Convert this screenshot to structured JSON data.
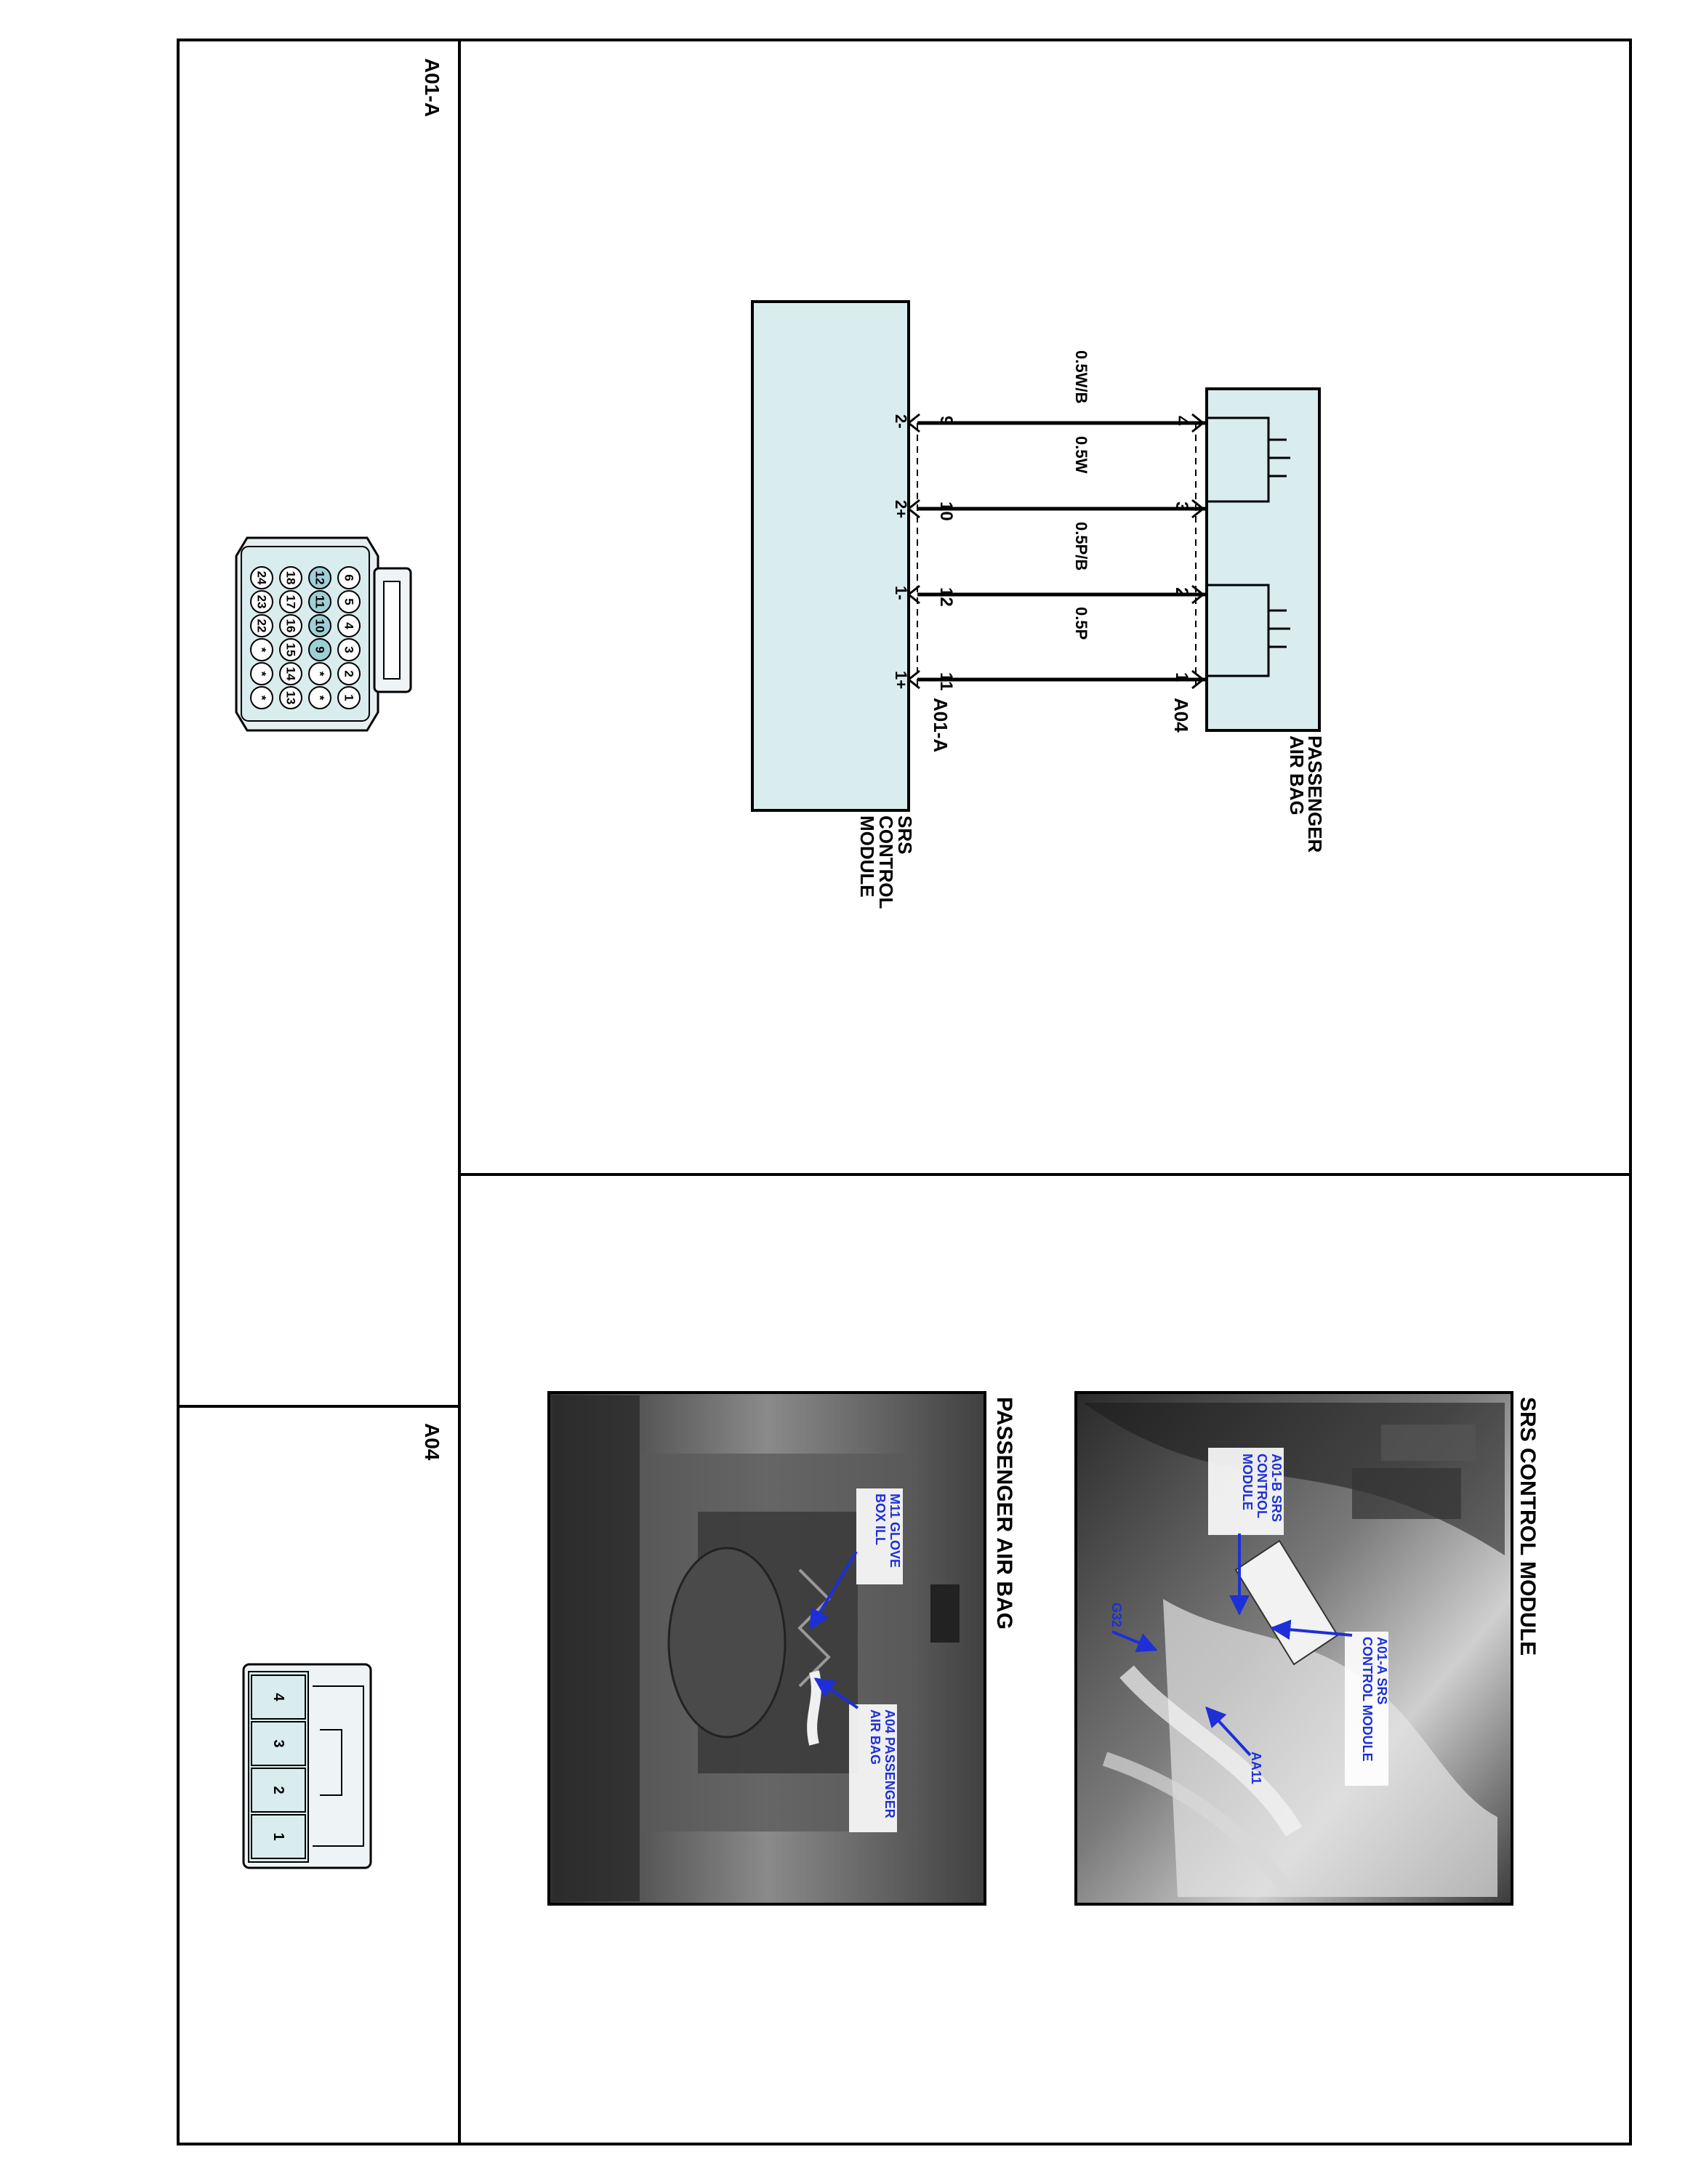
{
  "connectors": {
    "a01a_title": "A01-A",
    "a04_title": "A04",
    "a01a_pins": [
      [
        "6",
        "5",
        "4",
        "3",
        "2",
        "1"
      ],
      [
        "12",
        "11",
        "10",
        "9",
        "*",
        "*"
      ],
      [
        "18",
        "17",
        "16",
        "15",
        "14",
        "13"
      ],
      [
        "24",
        "23",
        "22",
        "*",
        "*",
        "*"
      ]
    ],
    "a04_pins": [
      "4",
      "3",
      "2",
      "1"
    ]
  },
  "schematic": {
    "airbag_label": [
      "PASSENGER",
      "AIR BAG"
    ],
    "airbag_connector": "A04",
    "module_label": [
      "SRS",
      "CONTROL",
      "MODULE"
    ],
    "module_connector": "A01-A",
    "wires": [
      {
        "airbag_pin": "4",
        "wire": "0.5W/B",
        "module_pin": "9",
        "function": "2-"
      },
      {
        "airbag_pin": "3",
        "wire": "0.5W",
        "module_pin": "10",
        "function": "2+"
      },
      {
        "airbag_pin": "2",
        "wire": "0.5P/B",
        "module_pin": "12",
        "function": "1-"
      },
      {
        "airbag_pin": "1",
        "wire": "0.5P",
        "module_pin": "11",
        "function": "1+"
      }
    ]
  },
  "photos": {
    "srs": {
      "title": "SRS CONTROL MODULE",
      "callouts": {
        "a01b": [
          "A01-B SRS",
          "CONTROL",
          "MODULE"
        ],
        "a01a": [
          "A01-A SRS",
          "CONTROL MODULE"
        ],
        "g32": "G32",
        "aa11": "AA11"
      }
    },
    "airbag": {
      "title": "PASSENGER AIR BAG",
      "callouts": {
        "m11": [
          "M11 GLOVE",
          "BOX ILL"
        ],
        "a04": [
          "A04 PASSENGER",
          "AIR BAG"
        ]
      }
    }
  },
  "colors": {
    "connector_fill": "#d9ecee",
    "pin_highlight": "#9fcfd6",
    "callout_text": "#1d2fd8",
    "callout_arrow": "#1d2fd8",
    "line": "#000000"
  }
}
